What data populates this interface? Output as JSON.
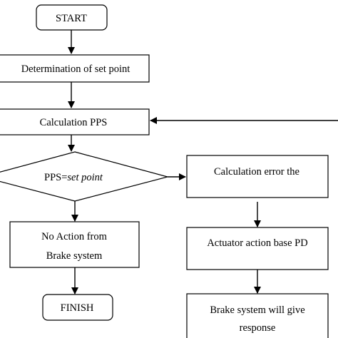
{
  "flowchart": {
    "start": "START",
    "set_point": "Determination of set point",
    "calc_pps": "Calculation PPS",
    "decision": {
      "prefix": "PPS=",
      "italic": "set point"
    },
    "no_action": {
      "line1": "No Action from",
      "line2": "Brake system"
    },
    "finish": "FINISH",
    "calc_error": "Calculation error the",
    "actuator": "Actuator action base PD",
    "brake_response": {
      "line1": "Brake system will give",
      "line2": "response"
    }
  }
}
